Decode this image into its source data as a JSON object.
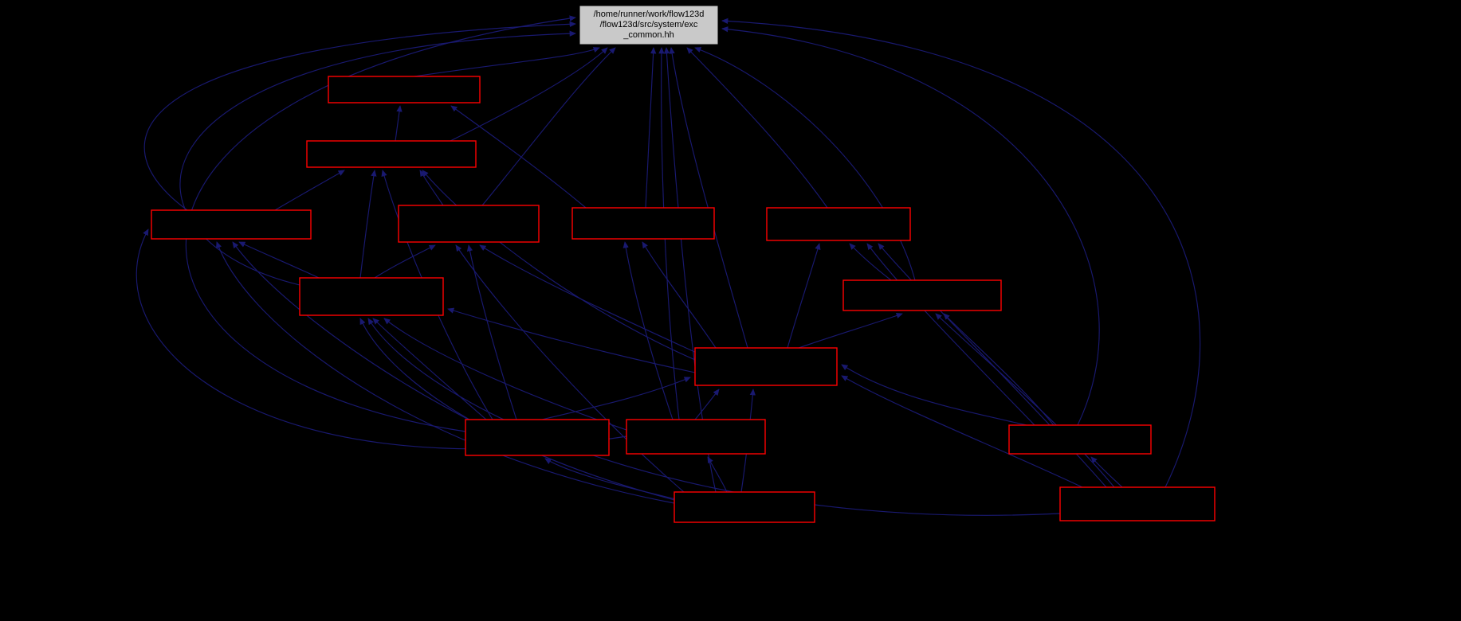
{
  "diagram": {
    "type": "include-dependency-graph",
    "root_node": {
      "line1": "/home/runner/work/flow123d",
      "line2": "/flow123d/src/system/exc",
      "line3": "_common.hh"
    },
    "colors": {
      "background": "#000000",
      "edge": "#191970",
      "node_border": "#ff0000",
      "node_fill": "#000000",
      "root_fill": "#c9c9c9",
      "root_border": "#000000",
      "root_text": "#000000"
    }
  }
}
